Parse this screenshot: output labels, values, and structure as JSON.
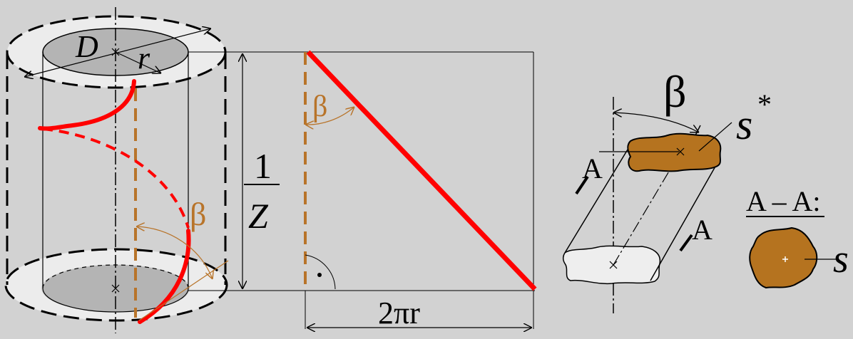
{
  "colors": {
    "background": "#d2d2d2",
    "ring": "#ececec",
    "disk": "#b4b4b4",
    "helix": "#ff0000",
    "accent": "#b8742a",
    "fill": "#b5731f",
    "line": "#000000"
  },
  "labels": {
    "D": "D",
    "r": "r",
    "beta_top": "β",
    "beta_cyl": "β",
    "beta_flat": "β",
    "one": "1",
    "Z": "Z",
    "two_pi_r": "2πr",
    "A_upper": "A",
    "A_lower": "A",
    "s_star": "s",
    "star": "*",
    "section": "A – A:",
    "s": "s"
  }
}
